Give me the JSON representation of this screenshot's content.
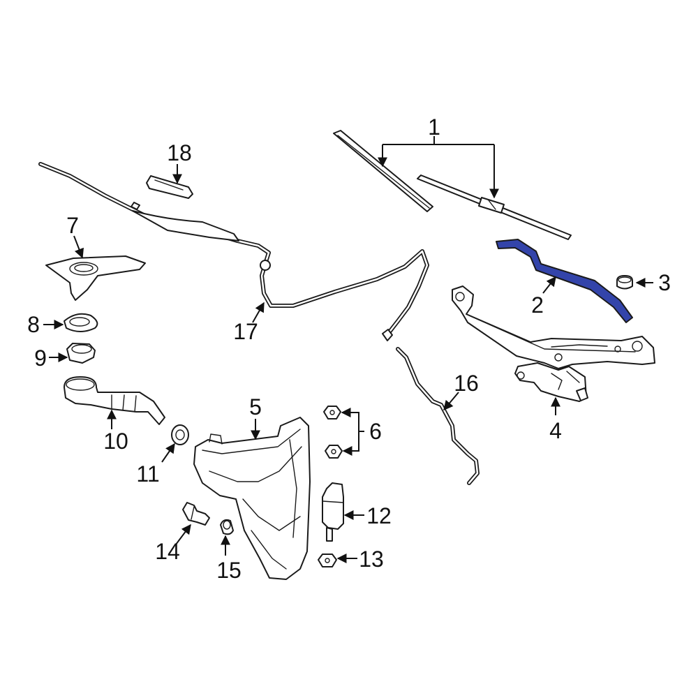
{
  "highlight_color": "#3344aa",
  "highlighted_part": "2",
  "callouts": {
    "c1": "1",
    "c2": "2",
    "c3": "3",
    "c4": "4",
    "c5": "5",
    "c6": "6",
    "c7": "7",
    "c8": "8",
    "c9": "9",
    "c10": "10",
    "c11": "11",
    "c12": "12",
    "c13": "13",
    "c14": "14",
    "c15": "15",
    "c16": "16",
    "c17": "17",
    "c18": "18"
  }
}
